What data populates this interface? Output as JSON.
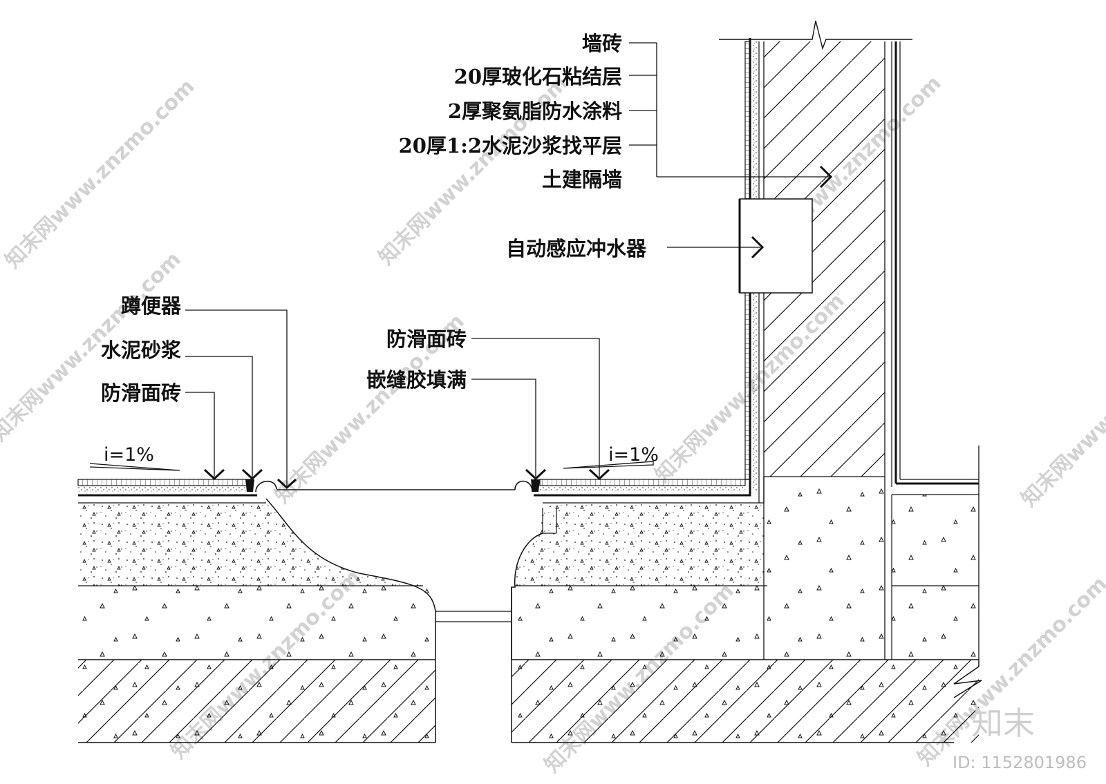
{
  "labels": {
    "wall_tile": "墙砖",
    "adhesive": "20厚玻化石粘结层",
    "waterproof": "2厚聚氨脂防水涂料",
    "leveling": "20厚1:2水泥沙浆找平层",
    "partition": "土建隔墙",
    "flusher": "自动感应冲水器",
    "squat_toilet": "蹲便器",
    "mortar": "水泥砂浆",
    "antislip_left": "防滑面砖",
    "antislip_right": "防滑面砖",
    "grout": "嵌缝胶填满"
  },
  "slopes": {
    "left": "i=1%",
    "right": "i=1%"
  },
  "watermark": {
    "text": "知末网www.znzmo.com",
    "brand": "知末",
    "id": "ID: 1152801986"
  }
}
